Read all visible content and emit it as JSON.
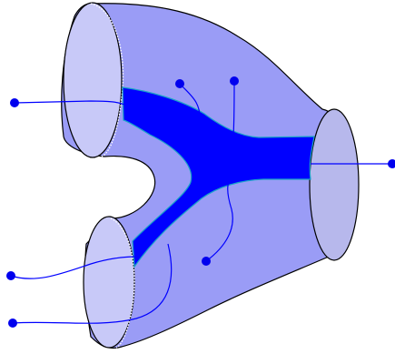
{
  "figure": {
    "kind": "pair-of-pants surface with embedded trivalent ribbon graph",
    "colors": {
      "body_fill": "#9a9cf6",
      "cuff_fill": "#c8c9f8",
      "outlet_fill": "#b7b8ec",
      "ribbon_fill": "#0000ff",
      "ribbon_edge": "#1aa3c8",
      "outline": "#000000",
      "marker": "#0000ee"
    },
    "boundary_components": 3,
    "ribbon_arms": 3,
    "marked_points": 7
  }
}
